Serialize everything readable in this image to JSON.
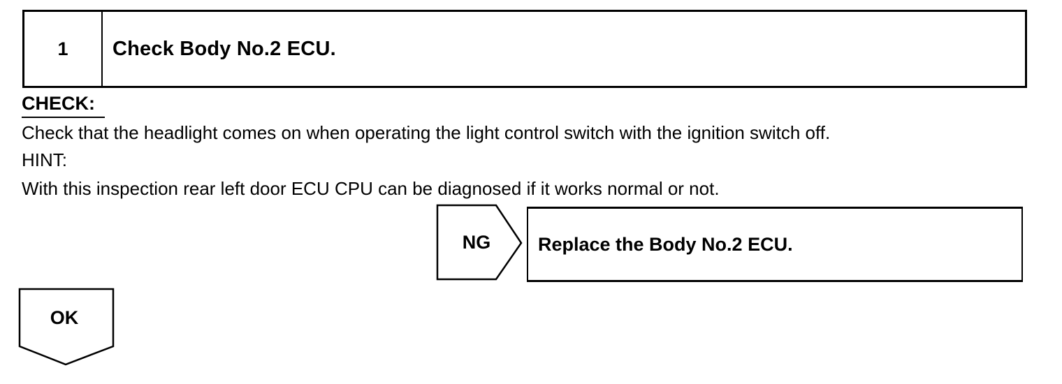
{
  "step": {
    "number": "1",
    "title": "Check Body No.2 ECU."
  },
  "check": {
    "label": "CHECK:",
    "text": "Check that the headlight comes on when operating the light control switch with the ignition switch off."
  },
  "hint": {
    "label": "HINT:",
    "text": "With this inspection rear left door ECU CPU can be diagnosed if it works normal or not."
  },
  "ng": {
    "label": "NG",
    "action": "Replace the Body No.2 ECU."
  },
  "ok": {
    "label": "OK"
  }
}
